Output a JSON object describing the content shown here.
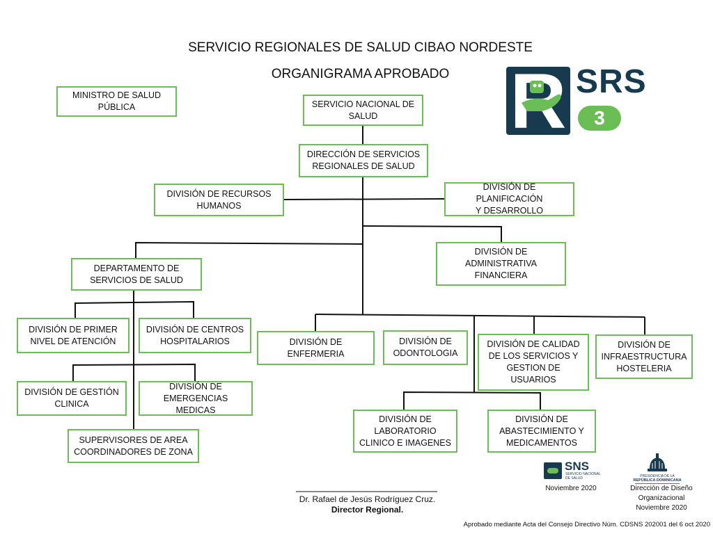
{
  "header": {
    "title": "SERVICIO REGIONALES DE SALUD CIBAO NORDESTE",
    "subtitle": "ORGANIGRAMA APROBADO"
  },
  "logo": {
    "letter": "R",
    "acronym": "SRS",
    "number": "3",
    "colors": {
      "navy": "#183a4f",
      "green": "#6bbd56"
    }
  },
  "nodes": {
    "ministro": [
      "MINISTRO DE SALUD",
      "PÚBLICA"
    ],
    "sns": [
      "SERVICIO NACIONAL DE",
      "SALUD"
    ],
    "direccion": [
      "DIRECCIÓN DE SERVICIOS",
      "REGIONALES DE SALUD"
    ],
    "rrhh": [
      "DIVISIÓN DE RECURSOS",
      "HUMANOS"
    ],
    "planificacion": [
      "DIVISIÓN DE PLANIFICACIÓN",
      "Y DESARROLLO"
    ],
    "admin": [
      "DIVISIÓN DE",
      "ADMINISTRATIVA",
      "FINANCIERA"
    ],
    "depto": [
      "DEPARTAMENTO DE",
      "SERVICIOS DE SALUD"
    ],
    "primer_nivel": [
      "DIVISIÓN DE PRIMER",
      "NIVEL DE ATENCIÓN"
    ],
    "centros": [
      "DIVISIÓN DE CENTROS",
      "HOSPITALARIOS"
    ],
    "gestion_clinica": [
      "DIVISIÓN DE GESTIÓN",
      "CLINICA"
    ],
    "emergencias": [
      "DIVISIÓN DE",
      "EMERGENCIAS MEDICAS"
    ],
    "supervisores": [
      "SUPERVISORES DE AREA",
      "COORDINADORES DE ZONA"
    ],
    "enfermeria": [
      "DIVISIÓN DE ENFERMERIA"
    ],
    "odontologia": [
      "DIVISIÓN DE",
      "ODONTOLOGIA"
    ],
    "calidad": [
      "DIVISIÓN DE CALIDAD",
      "DE LOS SERVICIOS Y",
      "GESTION DE",
      "USUARIOS"
    ],
    "infraestructura": [
      "DIVISIÓN DE",
      "INFRAESTRUCTURA",
      "HOSTELERIA"
    ],
    "laboratorio": [
      "DIVISIÓN DE",
      "LABORATORIO",
      "CLINICO E IMAGENES"
    ],
    "abastecimiento": [
      "DIVISIÓN DE",
      "ABASTECIMIENTO Y",
      "MEDICAMENTOS"
    ]
  },
  "signature": {
    "name": "Dr. Rafael de Jesús Rodríguez Cruz.",
    "role": "Director Regional."
  },
  "sns_logo": {
    "acronym": "SNS",
    "line1": "SERVICIO NACIONAL",
    "line2": "DE SALUD",
    "date": "Noviembre 2020"
  },
  "presidencia": {
    "line1": "PRESIDENCIA DE LA",
    "line2": "REPÚBLICA DOMINICANA",
    "dept1": "Dirección de Diseño",
    "dept2": "Organizacional",
    "date": "Noviembre 2020"
  },
  "footer": {
    "approval": "Aprobado mediante Acta del Consejo Directivo Núm. CDSNS 202001 del 6 oct 2020"
  }
}
